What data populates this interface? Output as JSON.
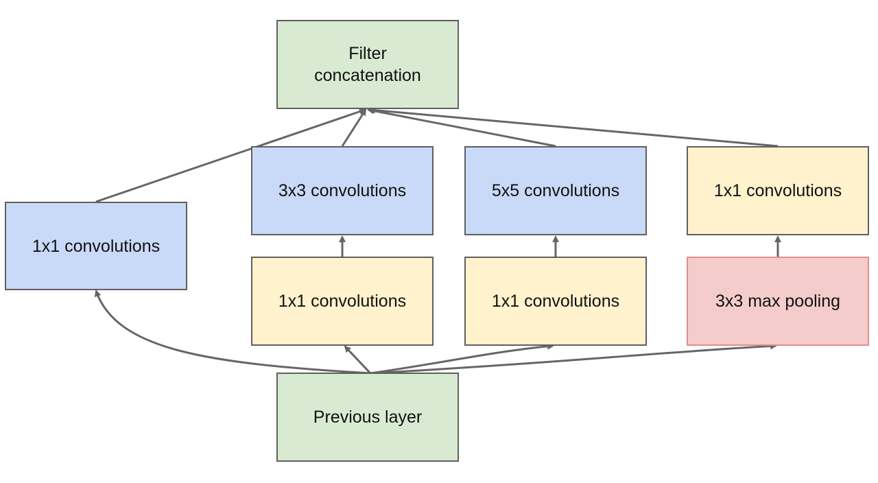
{
  "diagram": {
    "nodes": {
      "filter_concat": "Filter\nconcatenation",
      "previous_layer": "Previous layer",
      "branch1_conv1x1": "1x1 convolutions",
      "branch2_conv3x3": "3x3 convolutions",
      "branch2_reduce1x1": "1x1 convolutions",
      "branch3_conv5x5": "5x5 convolutions",
      "branch3_reduce1x1": "1x1 convolutions",
      "branch4_proj1x1": "1x1 convolutions",
      "branch4_maxpool": "3x3 max pooling"
    },
    "edges": [
      {
        "from": "previous_layer",
        "to": "branch1_conv1x1"
      },
      {
        "from": "previous_layer",
        "to": "branch2_reduce1x1"
      },
      {
        "from": "previous_layer",
        "to": "branch3_reduce1x1"
      },
      {
        "from": "previous_layer",
        "to": "branch4_maxpool"
      },
      {
        "from": "branch2_reduce1x1",
        "to": "branch2_conv3x3"
      },
      {
        "from": "branch3_reduce1x1",
        "to": "branch3_conv5x5"
      },
      {
        "from": "branch4_maxpool",
        "to": "branch4_proj1x1"
      },
      {
        "from": "branch1_conv1x1",
        "to": "filter_concat"
      },
      {
        "from": "branch2_conv3x3",
        "to": "filter_concat"
      },
      {
        "from": "branch3_conv5x5",
        "to": "filter_concat"
      },
      {
        "from": "branch4_proj1x1",
        "to": "filter_concat"
      }
    ],
    "colors": {
      "green": "#d9ead3",
      "blue": "#c9daf8",
      "yellow": "#fff2cc",
      "red": "#f4cccc",
      "border": "#5f5f5f",
      "arrow": "#666666"
    }
  }
}
